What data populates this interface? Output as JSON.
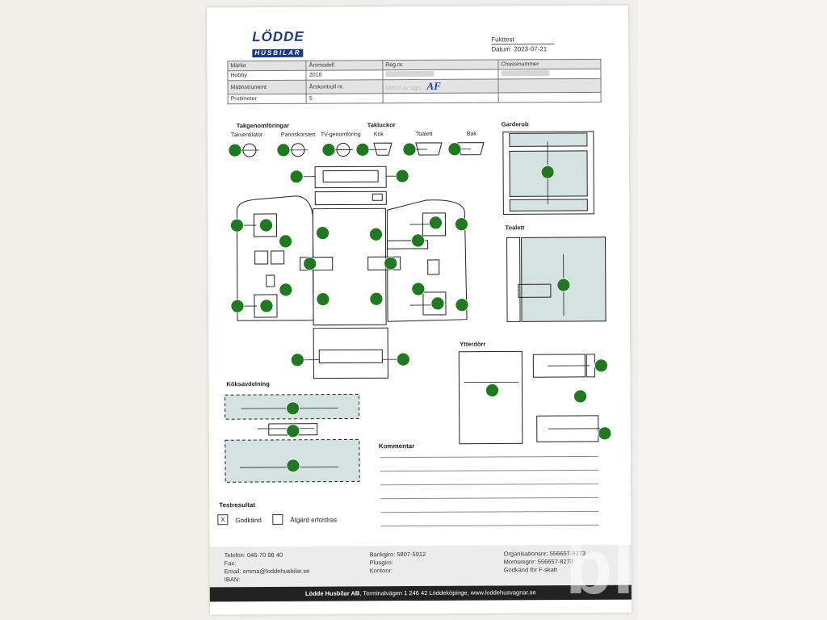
{
  "header": {
    "form_title": "Fukttest",
    "date_label": "Datum",
    "date_value": "2023-07-21"
  },
  "logo": {
    "line1": "LÖDDE",
    "line2": "HUSBILAR"
  },
  "info_table": {
    "headers": [
      "Märke",
      "Årsmodell",
      "Reg.nr.",
      "Chassinummer"
    ],
    "row1": [
      "Hobby",
      "2018",
      "",
      ""
    ],
    "row2_label": "Mätinstrument",
    "row2_col2": "Årskontroll nr.",
    "row2_col3": "Utförd av sign.",
    "signature": "AF",
    "row3": [
      "Protimeter",
      "5",
      "",
      ""
    ]
  },
  "sections": {
    "takgenomforingar": "Takgenomföringar",
    "takventilator": "Takventilator",
    "pannskorsten": "Pannskorsten",
    "tv": "TV-genomföring",
    "takluckor": "Takluckor",
    "kok": "Kök",
    "toalett_small": "Toalett",
    "bak": "Bak",
    "garderob": "Garderob",
    "toalett": "Toalett",
    "ytterdorr": "Ytterdörr",
    "koksavdelning": "Köksavdelning"
  },
  "kommentar": "Kommentar",
  "testresultat": {
    "title": "Testresultat",
    "godkand_mark": "X",
    "godkand": "Godkänd",
    "atgard": "Åtgärd erfordras"
  },
  "footer": {
    "col1": [
      "Telefon: 046-70 98 40",
      "Fax:",
      "Email: emma@loddehusbilar.se",
      "IBAN:"
    ],
    "col2": [
      "Bankgiro: 5807-5912",
      "Plusgiro:",
      "Kontonr:"
    ],
    "col3": [
      "Organisationsnr: 556657-8273",
      "Momsregnr: 556657-8273",
      "Godkänd för F-skatt"
    ],
    "bar_bold": "Lödde Husbilar AB",
    "bar_rest": ", Terminalvägen 1 246 42 Löddeköpinge, www.loddehusvagnar.se"
  },
  "colors": {
    "dot": "#1f7a1f",
    "panel": "#d5e2e2",
    "brand": "#1b3a8a"
  }
}
